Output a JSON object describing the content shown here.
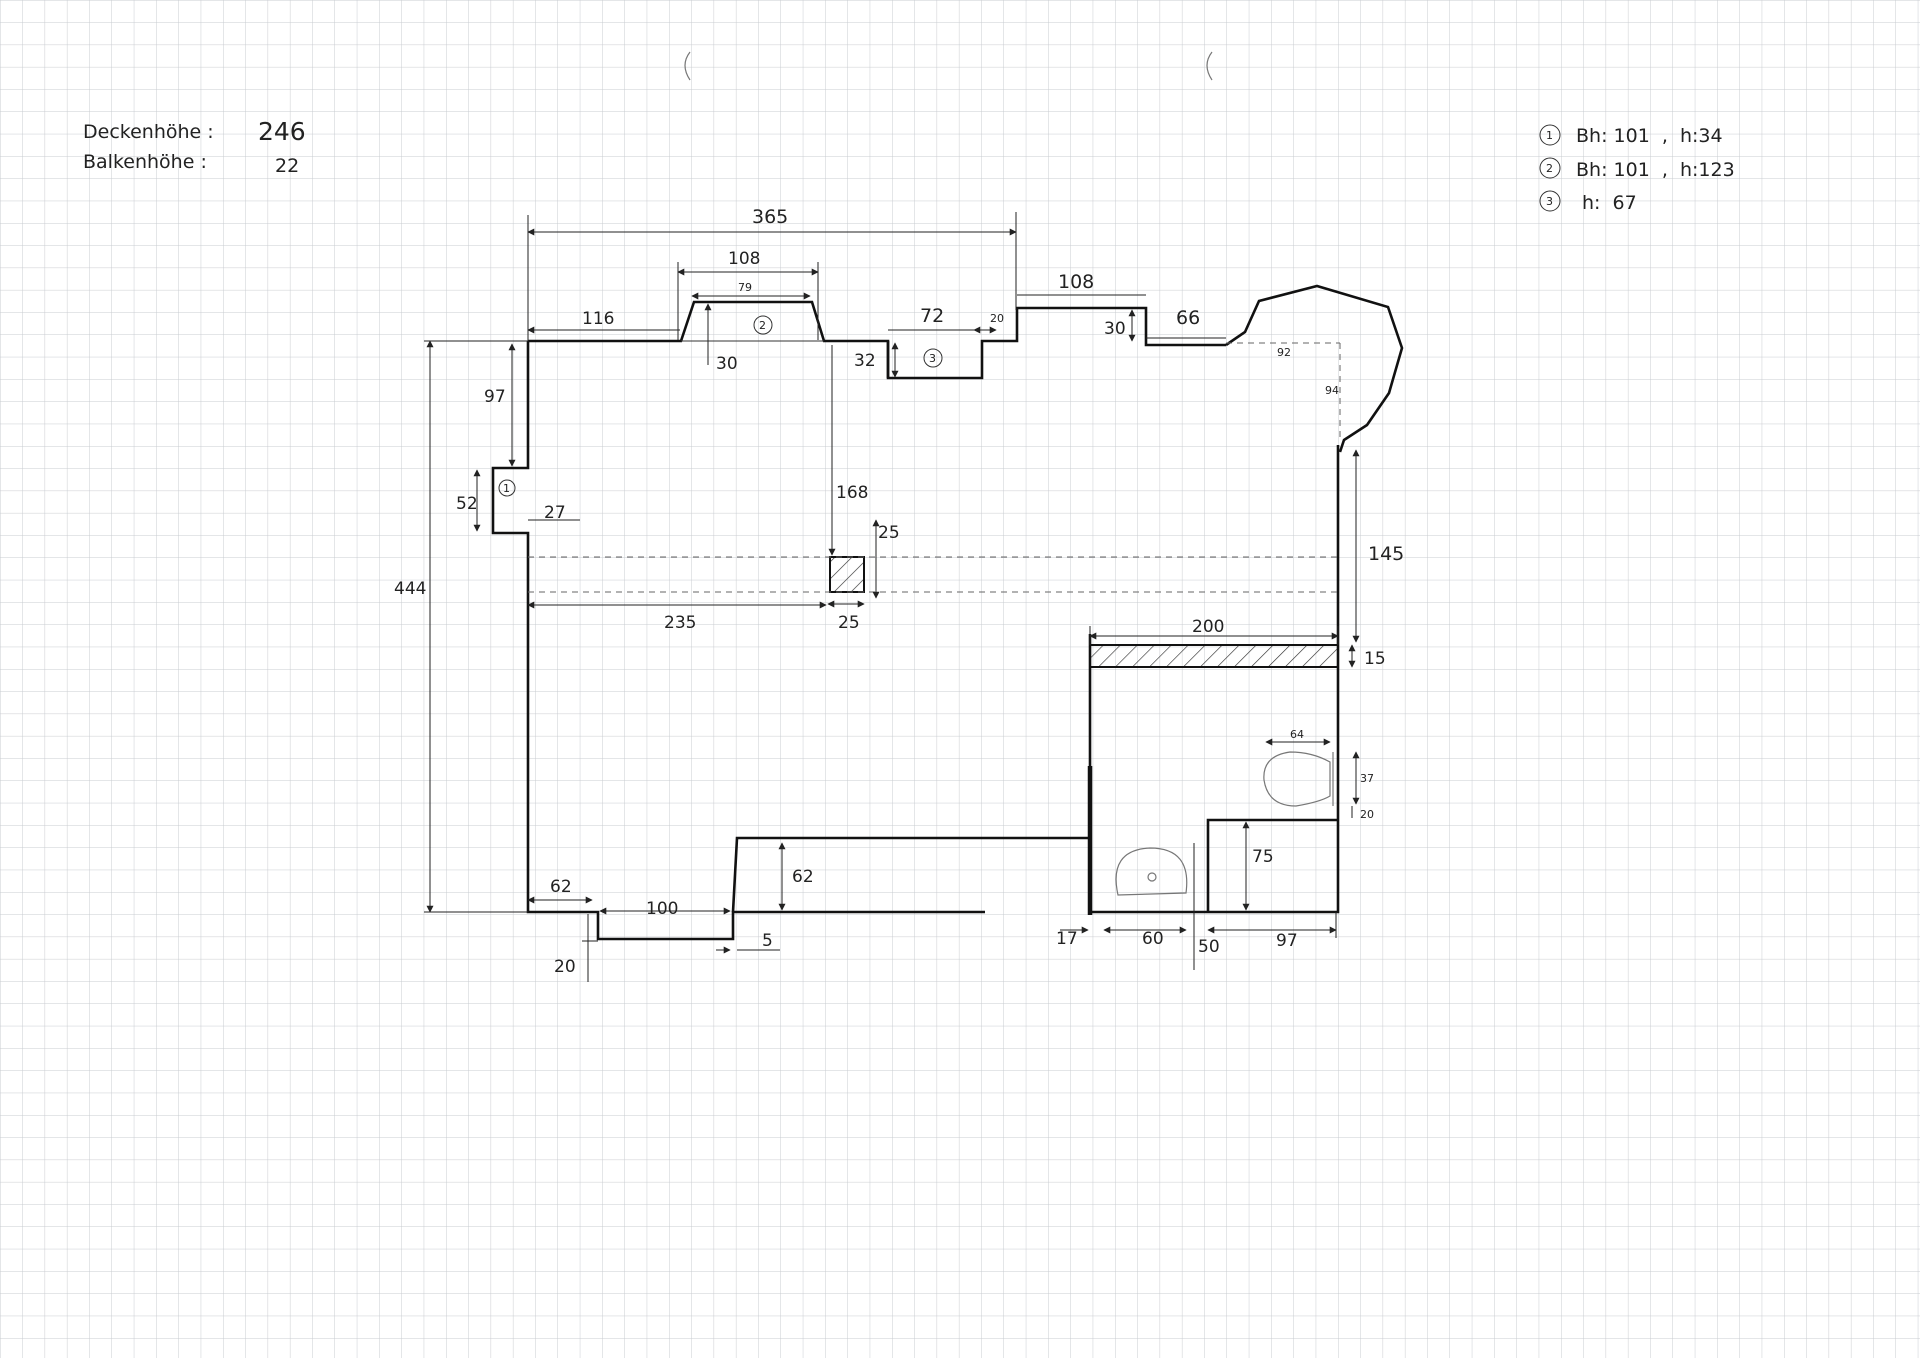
{
  "header": {
    "ceiling_label": "Deckenhöhe :",
    "ceiling_value": "246",
    "beam_label": "Balkenhöhe :",
    "beam_value": "22"
  },
  "legend": [
    {
      "marker": "1",
      "text": "Bh: 101  ,  h:34"
    },
    {
      "marker": "2",
      "text": "Bh: 101  ,  h:123"
    },
    {
      "marker": "3",
      "text": "h:  67"
    }
  ],
  "markers": {
    "m1": "1",
    "m2": "2",
    "m3": "3"
  },
  "dims": {
    "d365": "365",
    "d108_top": "108",
    "d79": "79",
    "d116": "116",
    "d30_win": "30",
    "d72": "72",
    "d20_top": "20",
    "d32": "32",
    "d108_right": "108",
    "d30_right": "30",
    "d66": "66",
    "d92": "92",
    "d94": "94",
    "d97": "97",
    "d52": "52",
    "d27": "27",
    "d444": "444",
    "d168": "168",
    "d25_v": "25",
    "d25_h": "25",
    "d235": "235",
    "d145": "145",
    "d200": "200",
    "d15": "15",
    "d64": "64",
    "d37": "37",
    "d20_wc": "20",
    "d75": "75",
    "d62_left": "62",
    "d100": "100",
    "d20_bottom": "20",
    "d5": "5",
    "d62_counter": "62",
    "d17": "17",
    "d60": "60",
    "d50": "50",
    "d97_bottom": "97"
  },
  "colors": {
    "paper": "#ffffff",
    "grid": "#c9ccd1",
    "ink": "#111111"
  }
}
